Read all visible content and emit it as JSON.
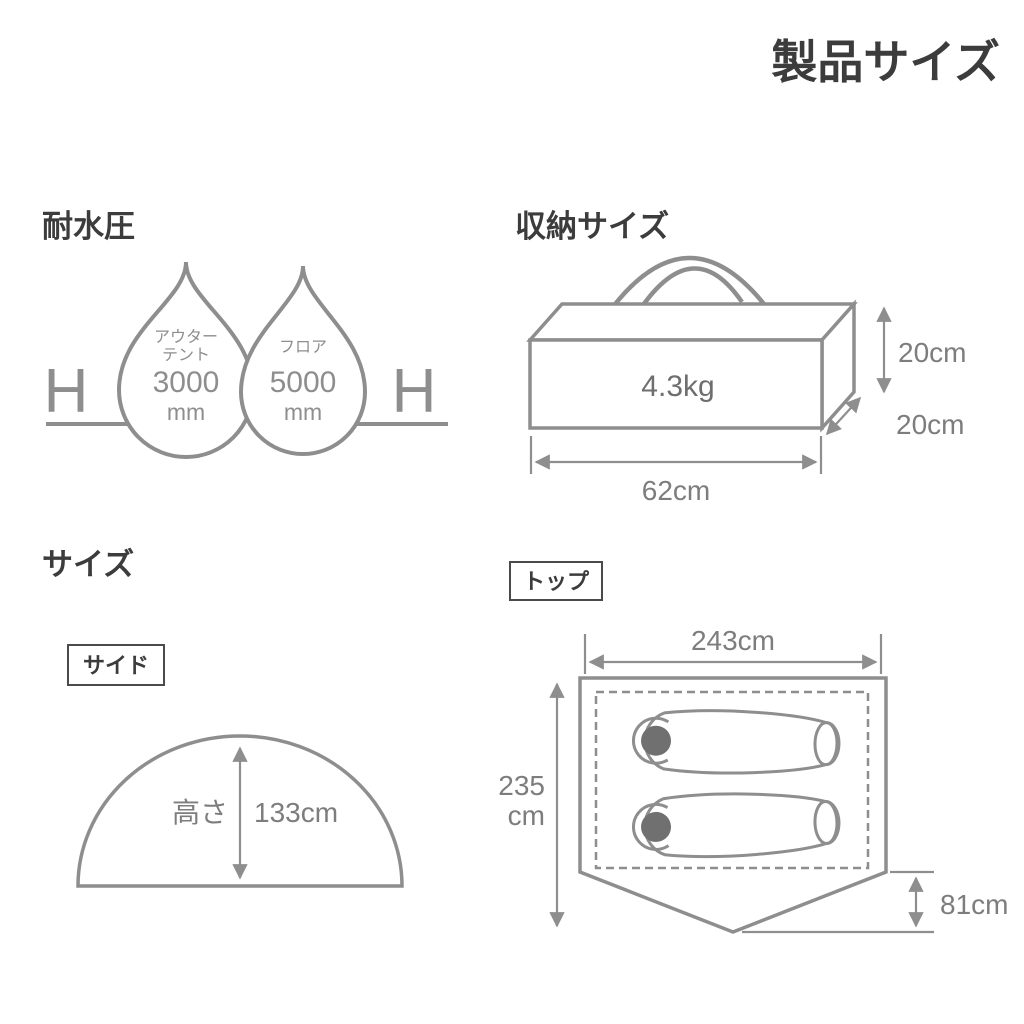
{
  "page": {
    "title": "製品サイズ"
  },
  "water": {
    "heading": "耐水圧",
    "h_left": "H",
    "h_right": "H",
    "drop_outer": {
      "label1": "アウター",
      "label2": "テント",
      "value": "3000",
      "unit": "mm"
    },
    "drop_floor": {
      "label1": "フロア",
      "value": "5000",
      "unit": "mm"
    }
  },
  "storage": {
    "heading": "収納サイズ",
    "weight": "4.3kg",
    "height": "20cm",
    "depth": "20cm",
    "width": "62cm"
  },
  "size": {
    "heading": "サイズ",
    "side": {
      "label": "サイド",
      "height_label": "高さ",
      "height_value": "133cm"
    },
    "top": {
      "label": "トップ",
      "width": "243cm",
      "depth_value": "235",
      "depth_unit": "cm",
      "vestibule": "81cm"
    }
  },
  "colors": {
    "line": "#8e8e8e",
    "text_dark": "#3c3c3c",
    "text_dim": "#7d7d7d"
  }
}
